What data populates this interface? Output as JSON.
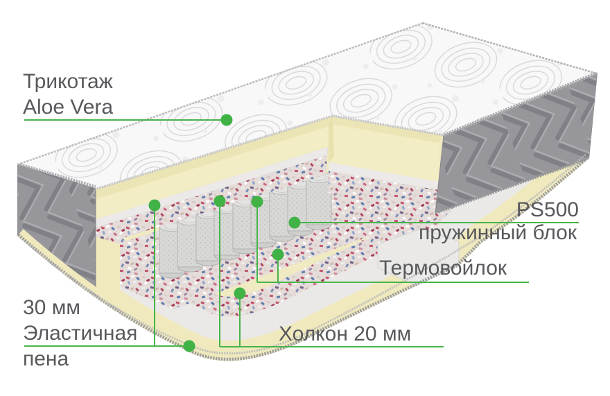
{
  "diagram": {
    "colors": {
      "accent_green": "#47b44a",
      "text_gray": "#58595c"
    },
    "labels": {
      "cover_line1": "Трикотаж",
      "cover_line2": "Aloe Vera",
      "springs_code": "PS500",
      "springs_desc": "пружинный блок",
      "felt": "Термовойлок",
      "holcon": "Холкон 20 мм",
      "foam_line1": "30 мм",
      "foam_line2": "Эластичная",
      "foam_line3": "пена"
    }
  }
}
